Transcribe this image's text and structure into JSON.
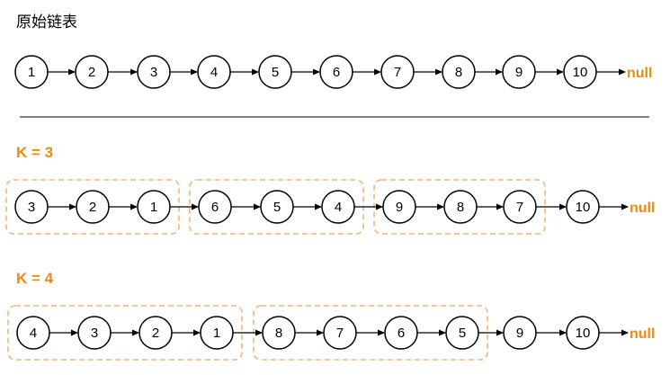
{
  "title": "原始链表",
  "null_label": "null",
  "colors": {
    "node_stroke": "#000000",
    "arrow": "#000000",
    "accent": "#ef8a11",
    "group_border": "#f3b57a",
    "divider": "#000000"
  },
  "rows": [
    {
      "id": "original",
      "label": "",
      "nodes": [
        "1",
        "2",
        "3",
        "4",
        "5",
        "6",
        "7",
        "8",
        "9",
        "10"
      ],
      "groups": []
    },
    {
      "id": "k3",
      "label": "K = 3",
      "nodes": [
        "3",
        "2",
        "1",
        "6",
        "5",
        "4",
        "9",
        "8",
        "7",
        "10"
      ],
      "groups": [
        [
          0,
          2
        ],
        [
          3,
          5
        ],
        [
          6,
          8
        ]
      ]
    },
    {
      "id": "k4",
      "label": "K = 4",
      "nodes": [
        "4",
        "3",
        "2",
        "1",
        "8",
        "7",
        "6",
        "5",
        "9",
        "10"
      ],
      "groups": [
        [
          0,
          3
        ],
        [
          4,
          7
        ]
      ]
    }
  ]
}
